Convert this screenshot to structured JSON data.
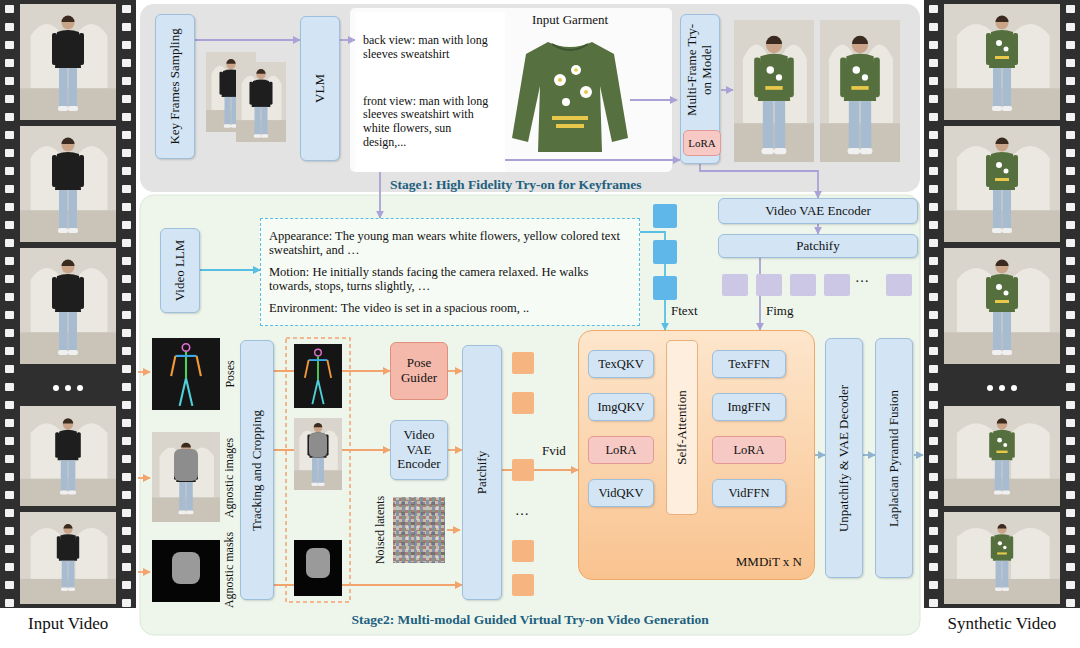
{
  "diagram": {
    "nodes": [
      {
        "text": [
          "Stage1: High Fidelity Try-on for Keyframes"
        ]
      },
      {
        "text": [
          "Key Frames Sampling"
        ],
        "in": 0
      },
      {
        "text": [
          "VLM"
        ],
        "in": 0
      },
      {
        "text": [
          "back view: man with long sleeves sweatshirt",
          "front view: man with long sleeves sweatshirt with white flowers, sun design,..."
        ],
        "in": 0
      },
      {
        "text": [
          "Multi-Frame Try-on Model"
        ],
        "in": 0
      },
      {
        "text": [
          "LoRA"
        ],
        "in": 4
      },
      {
        "text": [
          "Stage2: Multi-modal Guided Virtual Try-on Video Generation"
        ]
      },
      {
        "text": [
          "Video VAE Encoder"
        ],
        "in": 6
      },
      {
        "text": [
          "Patchify"
        ],
        "in": 6
      },
      {
        "text": [
          "Video LLM"
        ],
        "in": 6
      },
      {
        "text": [
          "Appearance: The young man wears white flowers, yellow colored text sweatshirt, and …",
          "Motion: He initially stands facing the camera relaxed. He walks towards, stops, turns slightly, …",
          "Environment: The video is set in a spacious room, .."
        ],
        "in": 6
      },
      {
        "text": [
          "Tracking and Cropping"
        ],
        "in": 6
      },
      {
        "text": [
          "Pose Guider"
        ],
        "in": 6
      },
      {
        "text": [
          "Video VAE Encoder"
        ],
        "in": 6
      },
      {
        "text": [
          "Patchify"
        ],
        "in": 6
      },
      {
        "text": [
          "MMDiT x N"
        ],
        "in": 6
      },
      {
        "text": [
          "TexQKV"
        ],
        "in": 15
      },
      {
        "text": [
          "ImgQKV"
        ],
        "in": 15
      },
      {
        "text": [
          "LoRA"
        ],
        "in": 15
      },
      {
        "text": [
          "VidQKV"
        ],
        "in": 15
      },
      {
        "text": [
          "Self-Attention"
        ],
        "in": 15
      },
      {
        "text": [
          "TexFFN"
        ],
        "in": 15
      },
      {
        "text": [
          "ImgFFN"
        ],
        "in": 15
      },
      {
        "text": [
          "LoRA"
        ],
        "in": 15
      },
      {
        "text": [
          "VidFFN"
        ],
        "in": 15
      },
      {
        "text": [
          "Unpatchify & VAE Decoder"
        ],
        "in": 6
      },
      {
        "text": [
          "Laplacian Pyramid Fusion"
        ],
        "in": 6
      }
    ],
    "edges": [
      {
        "from": 1,
        "to": 2,
        "arrow": "to"
      },
      {
        "from": 2,
        "to": 3,
        "arrow": "to"
      },
      {
        "from": 3,
        "to": 4,
        "arrow": "to"
      },
      {
        "from": 4,
        "to": 7,
        "arrow": "to"
      },
      {
        "from": 7,
        "to": 8,
        "arrow": "to"
      },
      {
        "from": 3,
        "to": 10,
        "arrow": "to"
      },
      {
        "from": 9,
        "to": 10,
        "arrow": "to"
      },
      {
        "from": 11,
        "to": 12,
        "arrow": "to"
      },
      {
        "from": 11,
        "to": 13,
        "arrow": "to"
      },
      {
        "from": 11,
        "to": 14,
        "arrow": "to"
      },
      {
        "from": 12,
        "to": 14,
        "arrow": "to"
      },
      {
        "from": 13,
        "to": 14,
        "arrow": "to"
      },
      {
        "from": 14,
        "to": 15,
        "arrow": "to"
      },
      {
        "from": 10,
        "to": 15,
        "arrow": "to"
      },
      {
        "from": 8,
        "to": 15,
        "arrow": "to"
      },
      {
        "from": 16,
        "to": 20,
        "arrow": "to"
      },
      {
        "from": 17,
        "to": 20,
        "arrow": "to"
      },
      {
        "from": 19,
        "to": 20,
        "arrow": "to"
      },
      {
        "from": 20,
        "to": 21,
        "arrow": "to"
      },
      {
        "from": 20,
        "to": 22,
        "arrow": "to"
      },
      {
        "from": 20,
        "to": 24,
        "arrow": "to"
      },
      {
        "from": 18,
        "to": 17,
        "arrow": "to"
      },
      {
        "from": 18,
        "to": 19,
        "arrow": "to"
      },
      {
        "from": 23,
        "to": 22,
        "arrow": "to"
      },
      {
        "from": 23,
        "to": 24,
        "arrow": "to"
      },
      {
        "from": 15,
        "to": 25,
        "arrow": "to"
      },
      {
        "from": 25,
        "to": 26,
        "arrow": "to"
      }
    ],
    "labels": [
      "Input Garment",
      "Poses",
      "Agnostic images",
      "Agnostic masks",
      "Noised latents",
      "Ftext",
      "Fimg",
      "Fvid",
      "…",
      "…",
      "Input Video",
      "Synthetic Video"
    ]
  }
}
